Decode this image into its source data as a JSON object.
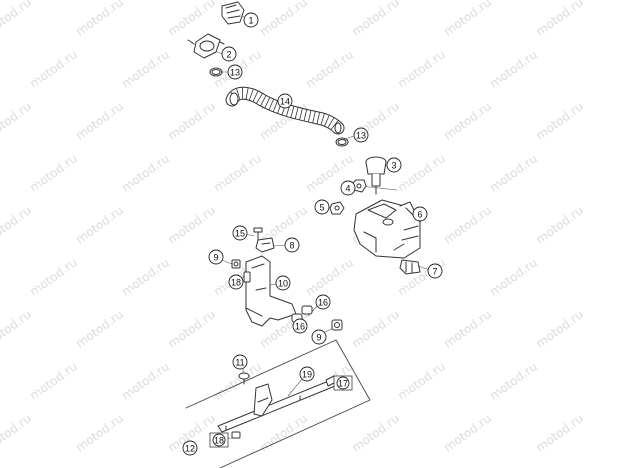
{
  "watermark": "motod.ru",
  "part_callouts": [
    "1",
    "2",
    "13",
    "14",
    "13",
    "3",
    "4",
    "5",
    "6",
    "7",
    "8",
    "15",
    "9",
    "18",
    "10",
    "16",
    "16",
    "9",
    "11",
    "19",
    "17",
    "12",
    "18"
  ]
}
